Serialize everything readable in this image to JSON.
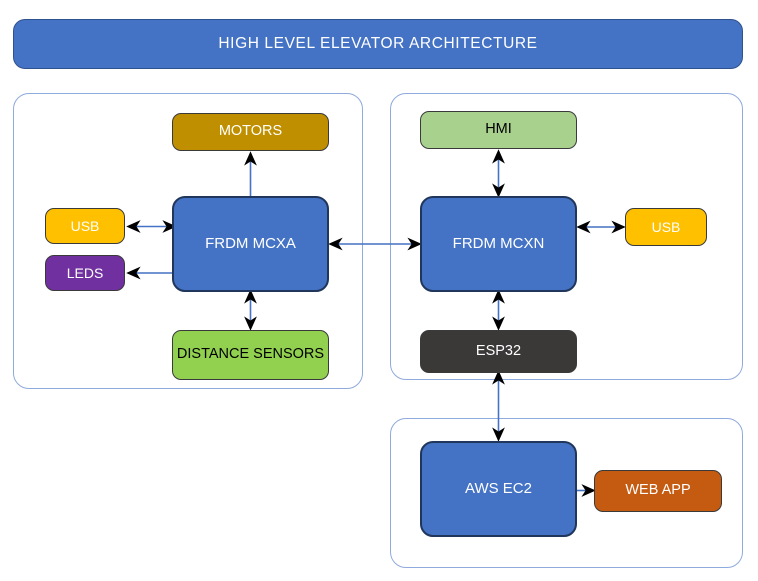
{
  "title": {
    "text": "HIGH LEVEL ELEVATOR ARCHITECTURE",
    "background": "#4472C4",
    "text_color": "#FFFFFF"
  },
  "colors": {
    "banner_blue": "#4472C4",
    "processor_blue": "#4472C4",
    "processor_border": "#20365B",
    "panel_border": "#8FAADC",
    "motors_gold": "#BF8F00",
    "usb_amber": "#FFC000",
    "leds_purple": "#7030A0",
    "distance_green": "#92D050",
    "hmi_green": "#A9D18E",
    "esp32_dark": "#3B3838",
    "webapp_orange": "#C55A11",
    "arrow_line": "#4472C4",
    "arrow_head": "#000000"
  },
  "panels": [
    {
      "id": "panel-left",
      "name": "MCXA subsystem group"
    },
    {
      "id": "panel-right",
      "name": "MCXN subsystem group"
    },
    {
      "id": "panel-cloud",
      "name": "Cloud subsystem group"
    }
  ],
  "nodes": {
    "motors": {
      "label": "MOTORS",
      "fill": "#BF8F00",
      "text_color": "#FFFFFF"
    },
    "mcxa": {
      "label": "FRDM MCXA",
      "fill": "#4472C4",
      "text_color": "#FFFFFF"
    },
    "usb_a": {
      "label": "USB",
      "fill": "#FFC000",
      "text_color": "#FFFFFF"
    },
    "leds": {
      "label": "LEDS",
      "fill": "#7030A0",
      "text_color": "#FFFFFF"
    },
    "distance": {
      "label": "DISTANCE SENSORS",
      "fill": "#92D050",
      "text_color": "#000000"
    },
    "hmi": {
      "label": "HMI",
      "fill": "#A9D18E",
      "text_color": "#000000"
    },
    "mcxn": {
      "label": "FRDM MCXN",
      "fill": "#4472C4",
      "text_color": "#FFFFFF"
    },
    "usb_n": {
      "label": "USB",
      "fill": "#FFC000",
      "text_color": "#FFFFFF"
    },
    "esp32": {
      "label": "ESP32",
      "fill": "#3B3838",
      "text_color": "#FFFFFF"
    },
    "aws": {
      "label": "AWS EC2",
      "fill": "#4472C4",
      "text_color": "#FFFFFF"
    },
    "webapp": {
      "label": "WEB APP",
      "fill": "#C55A11",
      "text_color": "#FFFFFF"
    }
  },
  "connections": [
    {
      "from": "mcxa",
      "to": "motors",
      "direction": "one-way"
    },
    {
      "from": "mcxa",
      "to": "usb_a",
      "direction": "two-way"
    },
    {
      "from": "mcxa",
      "to": "leds",
      "direction": "one-way"
    },
    {
      "from": "mcxa",
      "to": "distance",
      "direction": "two-way"
    },
    {
      "from": "mcxa",
      "to": "mcxn",
      "direction": "two-way"
    },
    {
      "from": "mcxn",
      "to": "hmi",
      "direction": "two-way"
    },
    {
      "from": "mcxn",
      "to": "usb_n",
      "direction": "two-way"
    },
    {
      "from": "mcxn",
      "to": "esp32",
      "direction": "two-way"
    },
    {
      "from": "esp32",
      "to": "aws",
      "direction": "two-way"
    },
    {
      "from": "aws",
      "to": "webapp",
      "direction": "one-way"
    }
  ]
}
